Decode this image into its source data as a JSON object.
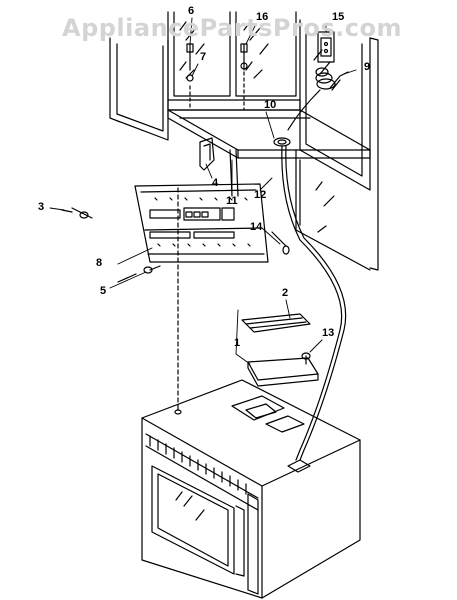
{
  "watermark": "AppliancePartsPros.com",
  "callouts": {
    "c1": "1",
    "c2": "2",
    "c3": "3",
    "c4": "4",
    "c5": "5",
    "c6": "6",
    "c7": "7",
    "c8": "8",
    "c9": "9",
    "c10": "10",
    "c11": "11",
    "c12": "12",
    "c13": "13",
    "c14": "14",
    "c15": "15",
    "c16": "16"
  },
  "colors": {
    "line": "#000000",
    "background": "#ffffff",
    "watermark": "#d4d4d4"
  }
}
